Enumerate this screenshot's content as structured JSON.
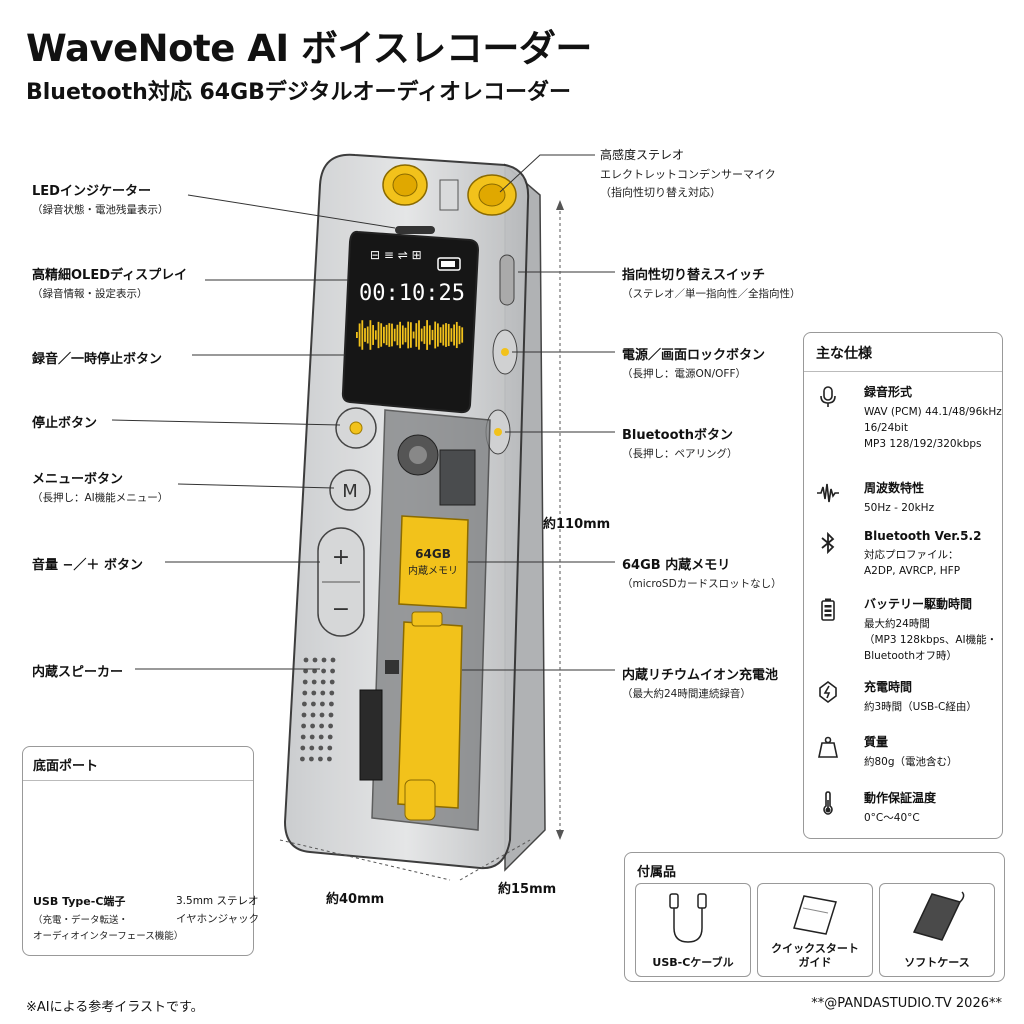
{
  "title": "WaveNote AI ボイスレコーダー",
  "subtitle": "Bluetooth対応 64GBデジタルオーディオレコーダー",
  "device_screen": {
    "time": "00:10:25"
  },
  "device_buttons": {
    "menu": "M",
    "plus": "+",
    "minus": "−"
  },
  "memory_chip": {
    "line1": "64GB",
    "line2": "内蔵メモリ"
  },
  "callouts_left": [
    {
      "main": "LEDインジケーター",
      "sub": "（録音状態・電池残量表示）"
    },
    {
      "main": "高精細OLEDディスプレイ",
      "sub": "（録音情報・設定表示）"
    },
    {
      "main": "録音／一時停止ボタン",
      "sub": ""
    },
    {
      "main": "停止ボタン",
      "sub": ""
    },
    {
      "main": "メニューボタン",
      "sub": "（長押し：AI機能メニュー）"
    },
    {
      "main": "音量 −／＋ ボタン",
      "sub": ""
    },
    {
      "main": "内蔵スピーカー",
      "sub": ""
    }
  ],
  "callouts_right": [
    {
      "main": "高感度ステレオ",
      "sub": "エレクトレットコンデンサーマイク",
      "sub2": "（指向性切り替え対応）"
    },
    {
      "main": "指向性切り替えスイッチ",
      "sub": "（ステレオ／単一指向性／全指向性）"
    },
    {
      "main": "電源／画面ロックボタン",
      "sub": "（長押し：電源ON/OFF）"
    },
    {
      "main": "Bluetoothボタン",
      "sub": "（長押し：ペアリング）"
    },
    {
      "main": "64GB 内蔵メモリ",
      "sub": "（microSDカードスロットなし）"
    },
    {
      "main": "内蔵リチウムイオン充電池",
      "sub": "（最大約24時間連続録音）"
    }
  ],
  "dimensions": {
    "height": "約110mm",
    "width": "約40mm",
    "depth": "約15mm"
  },
  "specs": {
    "title": "主な仕様",
    "rows": [
      {
        "icon": "microphone-icon",
        "heading": "録音形式",
        "lines": [
          "WAV (PCM) 44.1/48/96kHz",
          "16/24bit",
          "MP3 128/192/320kbps"
        ]
      },
      {
        "icon": "waveform-icon",
        "heading": "周波数特性",
        "lines": [
          "50Hz - 20kHz"
        ]
      },
      {
        "icon": "bluetooth-icon",
        "heading": "Bluetooth Ver.5.2",
        "lines": [
          "対応プロファイル：",
          "A2DP, AVRCP, HFP"
        ]
      },
      {
        "icon": "battery-icon",
        "heading": "バッテリー駆動時間",
        "lines": [
          "最大約24時間",
          "（MP3 128kbps、AI機能・",
          "Bluetoothオフ時）"
        ]
      },
      {
        "icon": "charging-icon",
        "heading": "充電時間",
        "lines": [
          "約3時間（USB-C経由）"
        ]
      },
      {
        "icon": "weight-icon",
        "heading": "質量",
        "lines": [
          "約80g（電池含む）"
        ]
      },
      {
        "icon": "thermometer-icon",
        "heading": "動作保証温度",
        "lines": [
          "0°C〜40°C"
        ]
      }
    ]
  },
  "ports": {
    "title": "底面ポート",
    "usb": {
      "main": "USB Type-C端子",
      "sub": "（充電・データ転送・",
      "sub2": "オーディオインターフェース機能）"
    },
    "jack": {
      "main": "3.5mm ステレオ",
      "sub": "イヤホンジャック"
    }
  },
  "accessories": {
    "title": "付属品",
    "items": [
      {
        "icon": "usb-cable-icon",
        "label": "USB-Cケーブル"
      },
      {
        "icon": "quickstart-guide-icon",
        "label": "クイックスタート",
        "label2": "ガイド"
      },
      {
        "icon": "soft-case-icon",
        "label": "ソフトケース"
      }
    ]
  },
  "footer": {
    "note": "※AIによる参考イラストです。",
    "credit": "**@PANDASTUDIO.TV 2026**"
  },
  "colors": {
    "accent": "#f2c21b",
    "accent_dark": "#c99a00",
    "line": "#333333"
  }
}
